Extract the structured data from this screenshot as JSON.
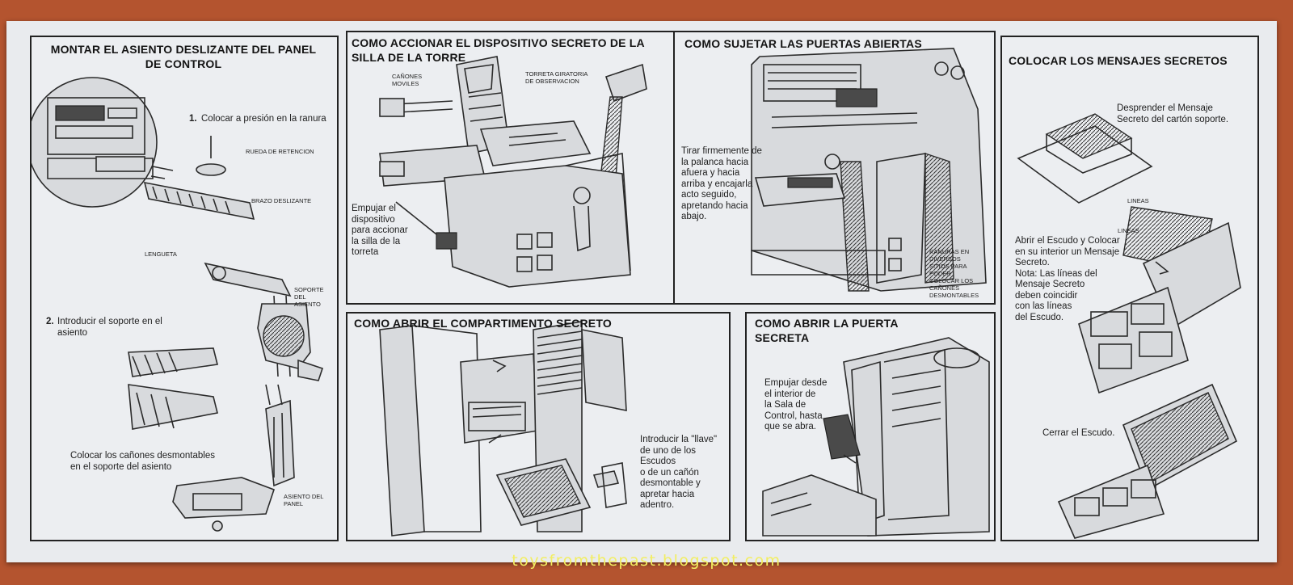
{
  "watermark": "toysfromthepast.blogspot.com",
  "panels": {
    "p1": {
      "title": "MONTAR EL ASIENTO DESLIZANTE DEL PANEL\nDE CONTROL",
      "step1_num": "1.",
      "step1": "Colocar a presión en la ranura",
      "step2_num": "2.",
      "step2": "Introducir el soporte en el\nasiento",
      "step3": "Colocar los cañones desmontables\nen el soporte del asiento",
      "labels": {
        "rueda": "RUEDA DE RETENCION",
        "brazo": "BRAZO DESLIZANTE",
        "lengueta": "LENGUETA",
        "soporte": "SOPORTE DEL\nASIENTO",
        "asiento": "ASIENTO DEL\nPANEL"
      }
    },
    "p2": {
      "title": "COMO ACCIONAR EL DISPOSITIVO SECRETO DE LA\nSILLA DE LA TORRE",
      "text": "Empujar el\ndispositivo\npara accionar\nla silla de la\ntorreta",
      "labels": {
        "canones": "CAÑONES\nMOVILES",
        "torreta": "TORRETA GIRATORIA\nDE OBSERVACION"
      }
    },
    "p3": {
      "title": "COMO SUJETAR LAS PUERTAS ABIERTAS",
      "text": "Tirar firmemente de\nla palanca hacia\nafuera y hacia\narriba y encajarla\nacto seguido,\napretando hacia\nabajo.",
      "labels": {
        "ranuras": "RANURAS EN\nDIVERSOS\nSITIOS PARA\nPODER\nCOLOCAR LOS\nCAÑONES\nDESMONTABLES"
      }
    },
    "p4": {
      "title": "COLOCAR LOS MENSAJES SECRETOS",
      "text1": "Desprender el Mensaje\nSecreto del cartón soporte.",
      "text2": "Abrir el Escudo y Colocar\nen su interior un Mensaje\nSecreto.\nNota: Las líneas del\nMensaje Secreto\ndeben coincidir\ncon las líneas\ndel Escudo.",
      "text3": "Cerrar el Escudo.",
      "labels": {
        "lineas1": "LINEAS",
        "lineas2": "LINEAS"
      }
    },
    "p5": {
      "title": "COMO ABRIR EL COMPARTIMENTO SECRETO",
      "text": "Introducir la \"llave\"\nde uno de los Escudos\no de un cañón\ndesmontable y\napretar hacia\nadentro."
    },
    "p6": {
      "title": "COMO ABRIR LA PUERTA\nSECRETA",
      "text": "Empujar desde\nel interior de\nla Sala de\nControl, hasta\nque se abra."
    }
  },
  "colors": {
    "background": "#b4542f",
    "paper": "#e9ebee",
    "ink": "#1c1c1c",
    "watermark": "#f2ee62"
  }
}
